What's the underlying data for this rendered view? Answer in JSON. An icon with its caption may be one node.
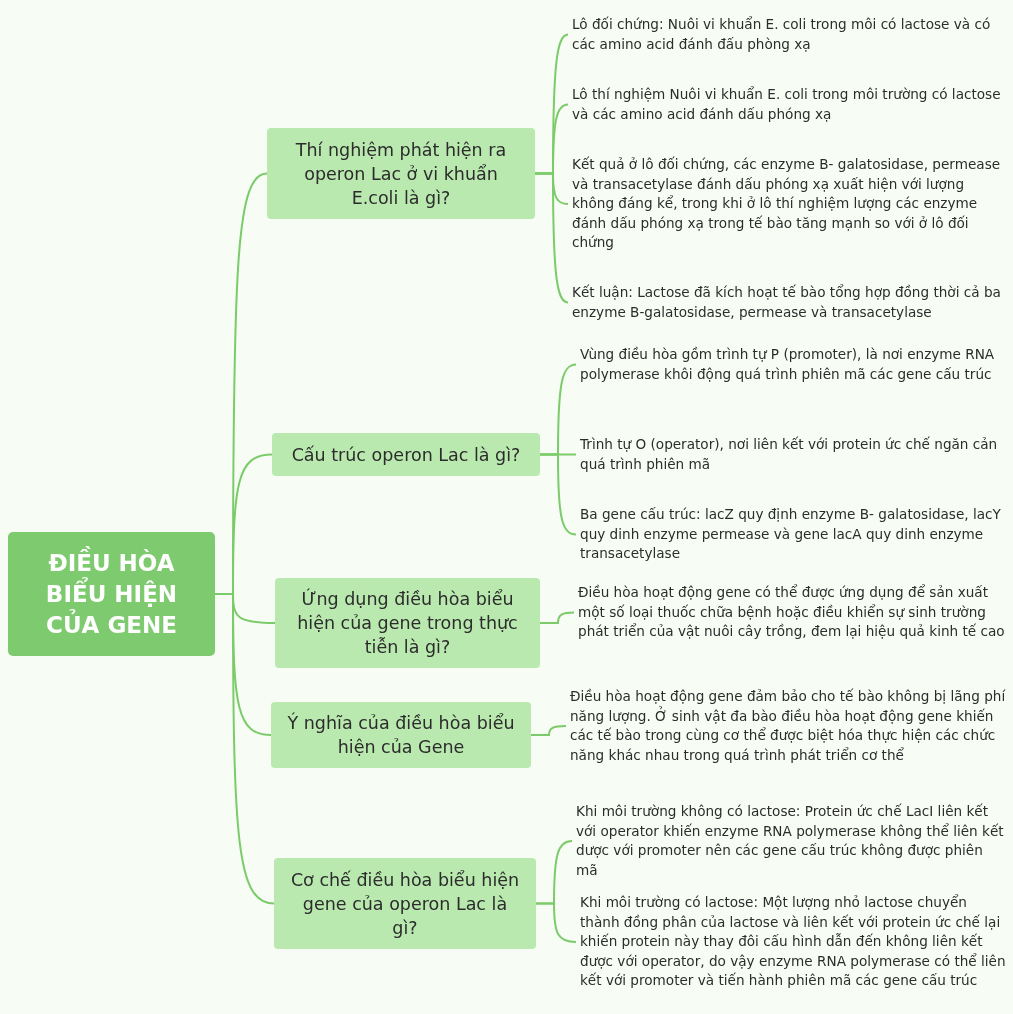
{
  "diagram": {
    "nodes": [
      {
        "text": [
          "ĐIỀU HÒA BIỂU HIỆN CỦA GENE"
        ]
      },
      {
        "text": [
          "Thí nghiệm phát hiện ra operon Lac ở vi khuẩn E.coli là gì?"
        ]
      },
      {
        "text": [
          "Lô đối chứng: Nuôi vi khuẩn E. coli trong môi có lactose và có các amino acid đánh đấu phòng xạ"
        ]
      },
      {
        "text": [
          "Lô thí nghiệm Nuôi vi khuẩn E. coli trong môi trường có lactose và các amino acid đánh dấu phóng xạ"
        ]
      },
      {
        "text": [
          "Kết quả ở lô đối chứng, các enzyme B- galatosidase, permease và transacetylase đánh dấu phóng xạ xuất hiện với lượng không đáng kể, trong khi ở lô thí nghiệm lượng các enzyme đánh dấu phóng xạ trong tế bào tăng mạnh so với ở lô đối chứng"
        ]
      },
      {
        "text": [
          "Kết luận: Lactose đã kích hoạt tế bào tổng hợp đồng thời cả ba enzyme B-galatosidase, permease và transacetylase"
        ]
      },
      {
        "text": [
          "Cấu trúc operon Lac là gì?"
        ]
      },
      {
        "text": [
          "Vùng điều hòa gồm trình tự P (promoter), là nơi enzyme RNA polymerase khôi động quá trình phiên mã các gene cấu trúc"
        ]
      },
      {
        "text": [
          "Trình tự O (operator), nơi liên kết với protein ức chế ngăn cản quá trình phiên mã"
        ]
      },
      {
        "text": [
          "Ba gene cấu trúc: lacZ quy định enzyme B- galatosidase, lacY quy dinh enzyme permease và gene lacA quy dinh enzyme transacetylase"
        ]
      },
      {
        "text": [
          "Ứng dụng điều hòa biểu hiện của gene trong thực tiễn là gì?"
        ]
      },
      {
        "text": [
          "Điều hòa hoạt động gene có thể được ứng dụng để sản xuất một số loại thuốc chữa bệnh hoặc điều khiển sự sinh trường phát triển của vật nuôi cây trồng, đem lại hiệu quả kinh tế cao"
        ]
      },
      {
        "text": [
          "Ý nghĩa của điều hòa biểu hiện của Gene"
        ]
      },
      {
        "text": [
          "Điều hòa hoạt động gene đảm bảo cho tế bào không bị lãng phí năng lượng. Ở sinh vật đa bào điều hòa hoạt động gene khiến các tế bào trong cùng cơ thể được biệt hóa thực hiện các chức năng khác nhau trong quá trình phát triển cơ thể"
        ]
      },
      {
        "text": [
          "Cơ chế điều hòa biểu hiện gene của operon Lac là gì?"
        ]
      },
      {
        "text": [
          "Khi môi trường không có lactose: Protein ức chế LacI liên kết với operator khiến enzyme RNA polymerase không thể liên kết dược với promoter nên các gene cấu trúc không được phiên mã"
        ]
      },
      {
        "text": [
          "Khi môi trường có lactose: Một lượng nhỏ lactose chuyển thành đồng phân của lactose và liên kết với protein ức chế lại khiến protein này thay đôi cấu hình dẫn đến không liên kết được với operator, do vậy enzyme RNA polymerase có thể liên kết với promoter và tiến hành phiên mã các gene cấu trúc"
        ]
      }
    ],
    "edges": [
      {
        "from": 0,
        "to": 1,
        "arrow": "none"
      },
      {
        "from": 0,
        "to": 6,
        "arrow": "none"
      },
      {
        "from": 0,
        "to": 10,
        "arrow": "none"
      },
      {
        "from": 0,
        "to": 12,
        "arrow": "none"
      },
      {
        "from": 0,
        "to": 14,
        "arrow": "none"
      },
      {
        "from": 1,
        "to": 2,
        "arrow": "none"
      },
      {
        "from": 1,
        "to": 3,
        "arrow": "none"
      },
      {
        "from": 1,
        "to": 4,
        "arrow": "none"
      },
      {
        "from": 1,
        "to": 5,
        "arrow": "none"
      },
      {
        "from": 6,
        "to": 7,
        "arrow": "none"
      },
      {
        "from": 6,
        "to": 8,
        "arrow": "none"
      },
      {
        "from": 6,
        "to": 9,
        "arrow": "none"
      },
      {
        "from": 10,
        "to": 11,
        "arrow": "none"
      },
      {
        "from": 12,
        "to": 13,
        "arrow": "none"
      },
      {
        "from": 14,
        "to": 15,
        "arrow": "none"
      },
      {
        "from": 14,
        "to": 16,
        "arrow": "none"
      }
    ]
  }
}
